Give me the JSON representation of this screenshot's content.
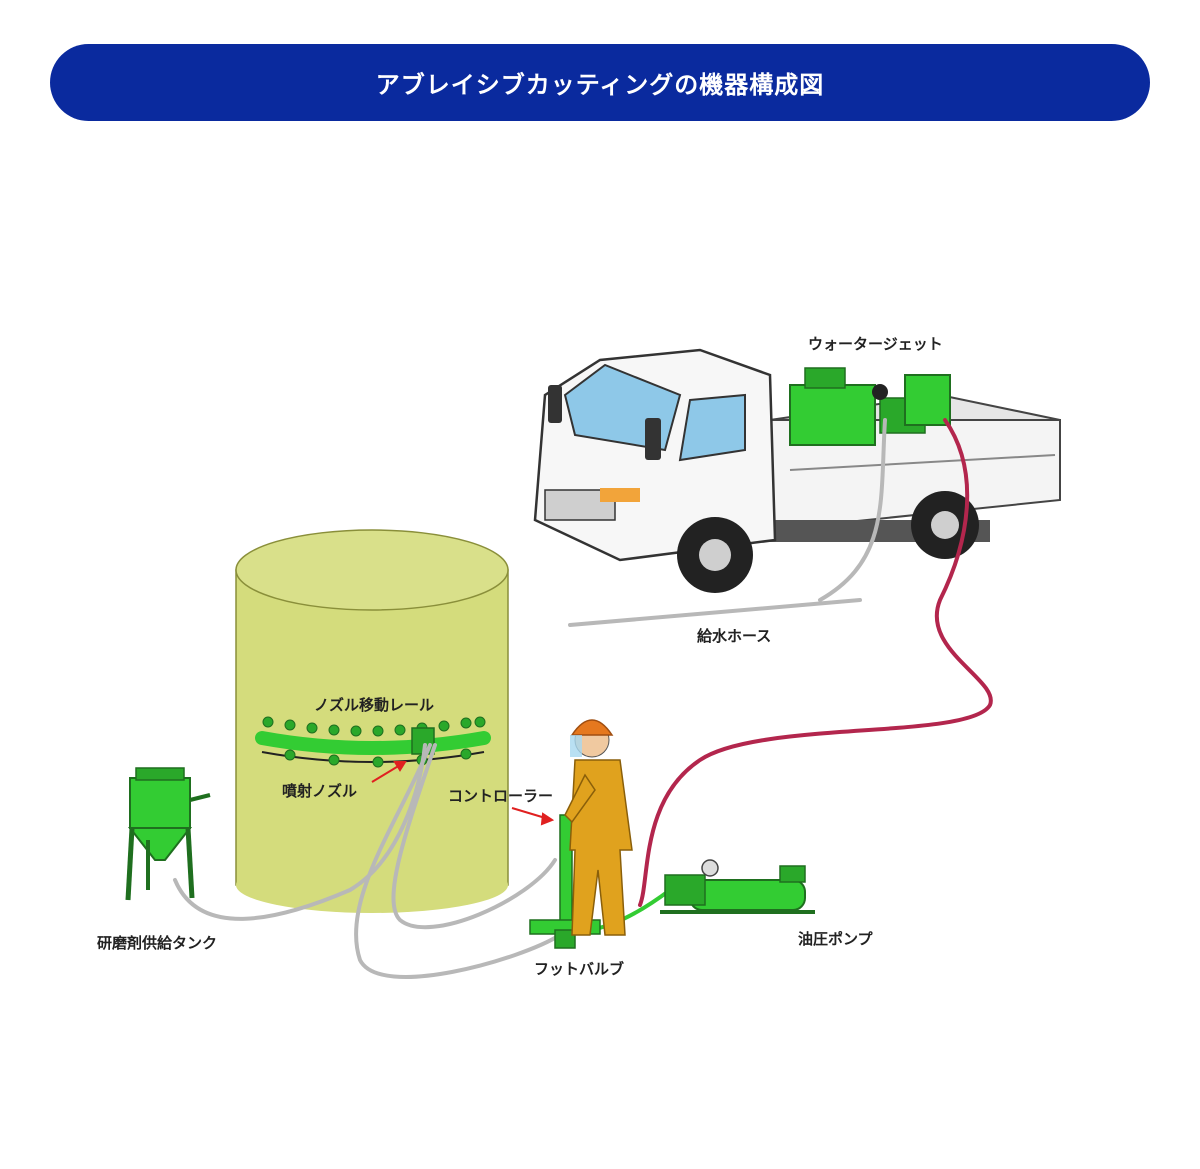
{
  "title": "アブレイシブカッティングの機器構成図",
  "colors": {
    "title_bg": "#0a2a9e",
    "tank": "#d4dc7c",
    "equipment": "#33cc33",
    "worker": "#e0a21e",
    "water_hose": "#b8b8b8",
    "high_pressure_hose": "#b3264d",
    "arrow": "#e02020"
  },
  "labels": {
    "water_jet": "ウォータージェット",
    "supply_hose": "給水ホース",
    "nozzle_rail": "ノズル移動レール",
    "nozzle": "噴射ノズル",
    "controller": "コントローラー",
    "abrasive_tank": "研磨剤供給タンク",
    "foot_valve": "フットバルブ",
    "hydraulic_pump": "油圧ポンプ"
  }
}
